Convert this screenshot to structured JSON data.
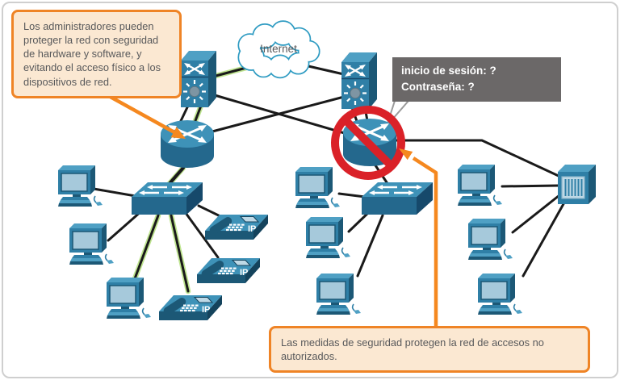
{
  "figure": {
    "callout_admin": "Los administradores pueden proteger la red con seguridad de hardware y software, y evitando el acceso físico a los dispositivos de red.",
    "callout_security": "Las medidas de seguridad protegen la red de accesos no autorizados.",
    "login_prompt": {
      "line1": "inicio de sesión: ?",
      "line2": "Contraseña: ?"
    },
    "cloud_label": "Internet",
    "ip_phone_label": "IP"
  },
  "icons": {
    "internet_cloud": "cloud",
    "router": "cylinder-with-cross-arrows",
    "multilayer_switch": "box-with-x-arrows-and-starburst",
    "workgroup_switch": "flat-box-with-arrows",
    "pc": "desktop-computer",
    "ip_phone": "desk-phone",
    "firewall": "cube-with-grille",
    "prohibited_sign": "red-circle-slash"
  },
  "colors": {
    "accent_orange": "#EF8426",
    "callout_bg": "#FBE8D2",
    "device_blue": "#2F7FA6",
    "device_blue_light": "#4FA0C4",
    "device_blue_dark": "#1C5876",
    "prohibited_red": "#DA2128",
    "login_box_bg": "#6B6868",
    "link_black": "#1A1A1A",
    "link_green": "#BEE48F",
    "cloud_stroke": "#2E9BC2",
    "text_gray": "#58595B"
  }
}
